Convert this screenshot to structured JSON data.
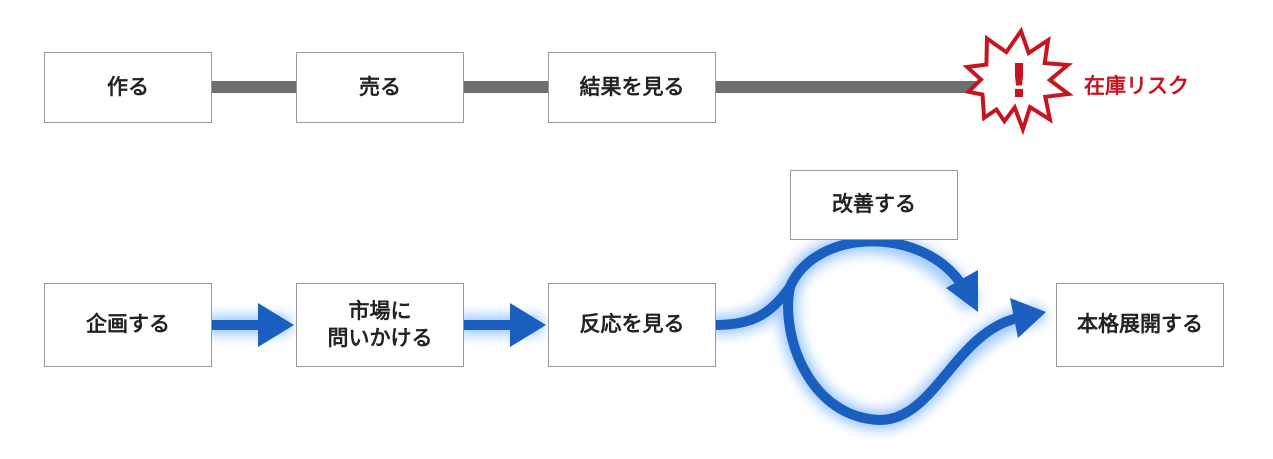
{
  "top_flow": {
    "steps": [
      "作る",
      "売る",
      "結果を見る"
    ],
    "risk": {
      "icon": "warning-burst-icon",
      "symbol": "!",
      "label": "在庫リスク",
      "color": "#c8141e"
    },
    "connector_color": "#6e6e6e"
  },
  "bottom_flow": {
    "steps": [
      "企画する",
      "市場に\n問いかける",
      "反応を見る"
    ],
    "improve": "改善する",
    "final": "本格展開する",
    "arrow_color": "#1a5fc0",
    "glow_color": "#8fc0ff"
  }
}
